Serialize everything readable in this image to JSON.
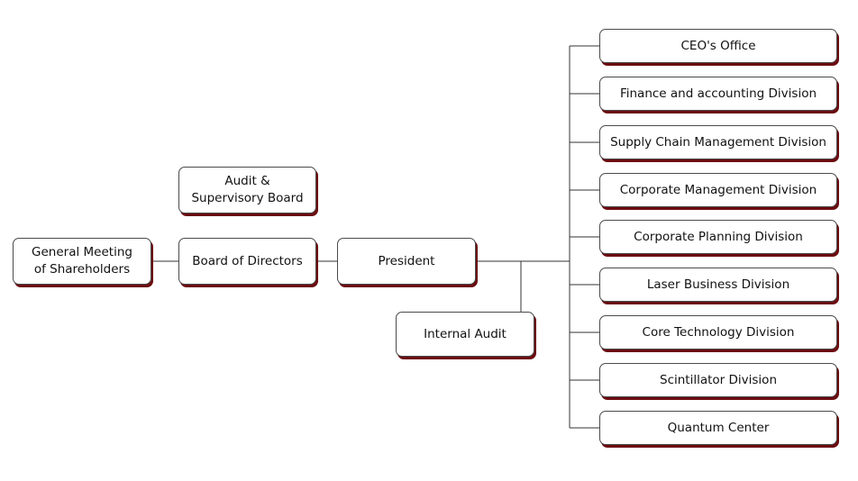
{
  "org_chart": {
    "shareholders": "General Meeting\nof Shareholders",
    "audit_board": "Audit &\nSupervisory Board",
    "board_of_directors": "Board of Directors",
    "president": "President",
    "internal_audit": "Internal Audit",
    "divisions": [
      "CEO's Office",
      "Finance and accounting Division",
      "Supply Chain Management Division",
      "Corporate Management Division",
      "Corporate Planning Division",
      "Laser Business Division",
      "Core Technology Division",
      "Scintillator Division",
      "Quantum Center"
    ]
  },
  "colors": {
    "box_border": "#4a4a4a",
    "box_shadow": "#6b0c10",
    "connector": "#333333"
  }
}
